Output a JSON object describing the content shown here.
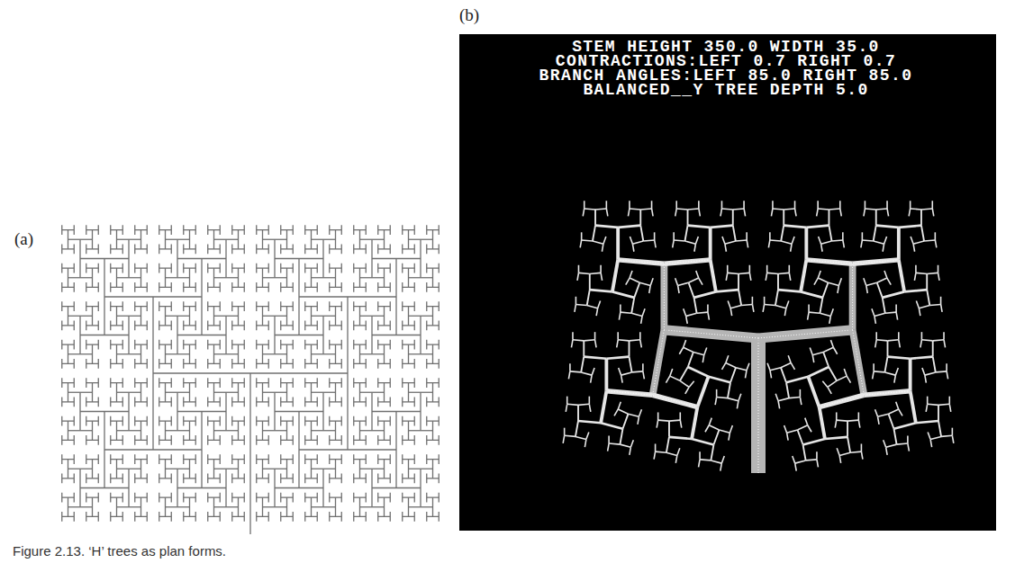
{
  "diagram": {
    "caption": "Figure 2.13. ‘H’ trees as plan forms.",
    "labels": [
      "(a)",
      "(b)",
      "STEM HEIGHT 350.0 WIDTH 35.0",
      "CONTRACTIONS:LEFT 0.7 RIGHT 0.7",
      "BRANCH ANGLES:LEFT 85.0 RIGHT 85.0",
      "BALANCED__Y TREE DEPTH 5.0"
    ]
  }
}
